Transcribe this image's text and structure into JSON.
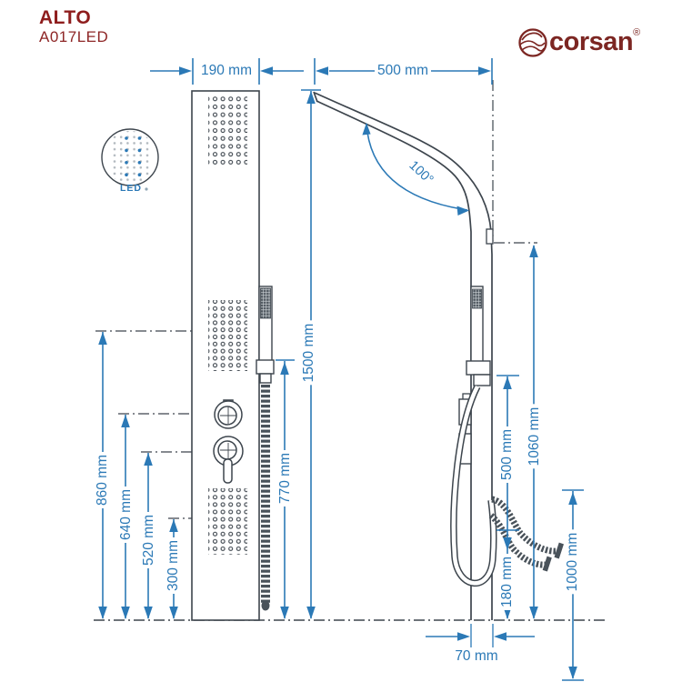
{
  "header": {
    "product_name": "ALTO",
    "product_code": "A017LED"
  },
  "brand": {
    "name": "corsan",
    "registered": "®"
  },
  "led_detail": {
    "label": "LED"
  },
  "dimensions": {
    "panel_width": "190 mm",
    "arm_reach": "500 mm",
    "arm_angle": "100°",
    "height_860": "860 mm",
    "height_640": "640 mm",
    "height_520": "520 mm",
    "height_300": "300 mm",
    "height_770": "770 mm",
    "height_1500": "1500 mm",
    "height_1060": "1060 mm",
    "height_500": "500 mm",
    "height_180": "180 mm",
    "height_1000": "1000 mm",
    "depth_70": "70 mm"
  },
  "colors": {
    "dimension_blue": "#2b79b6",
    "drawing_ink": "#3d454d",
    "title_red": "#8e1d1d",
    "brand_red": "#7c2622"
  }
}
